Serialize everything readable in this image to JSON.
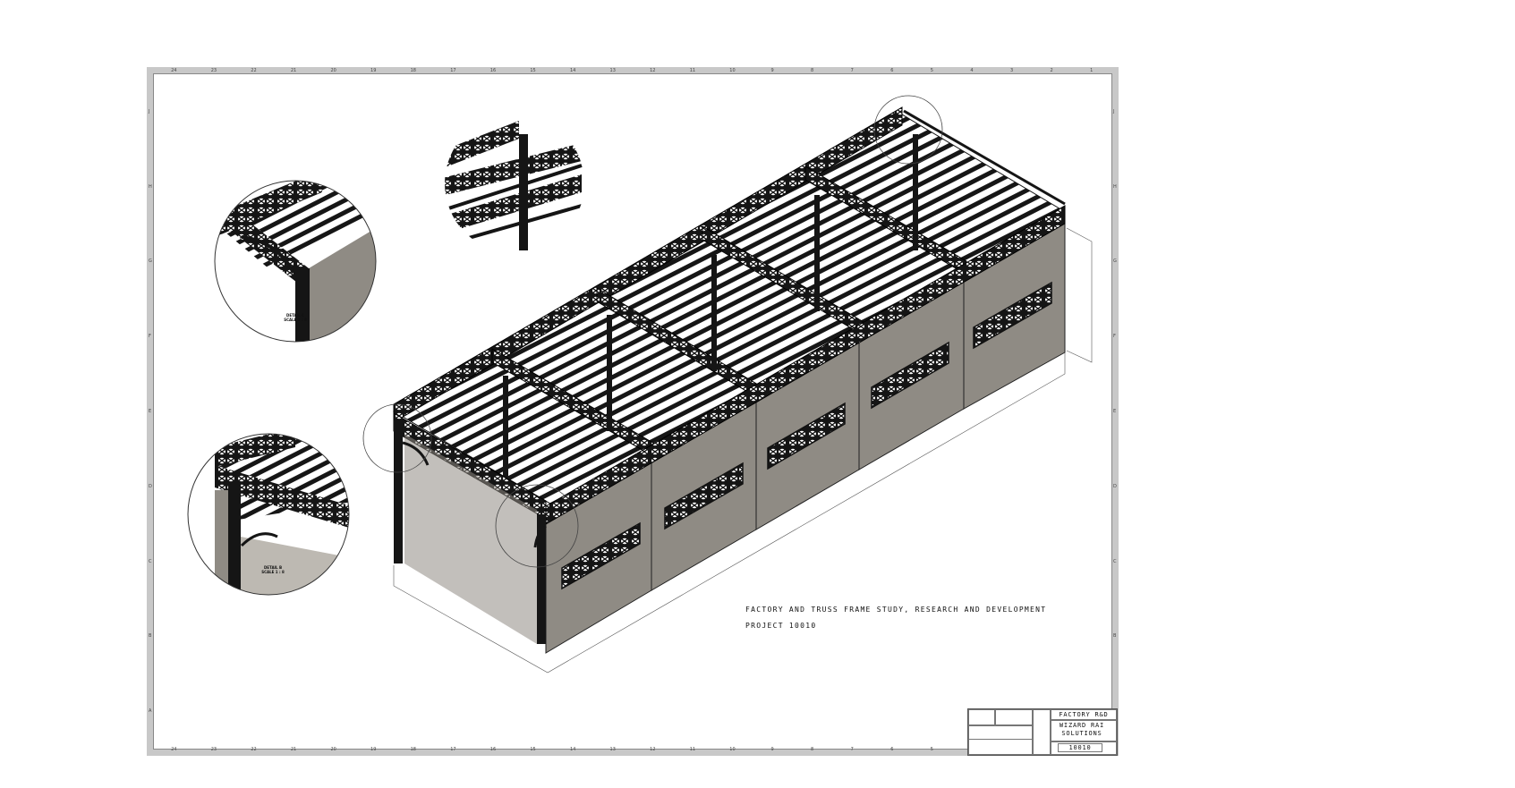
{
  "drawing": {
    "note_line1": "FACTORY AND TRUSS FRAME STUDY, RESEARCH AND DEVELOPMENT",
    "note_line2": "PROJECT 10010"
  },
  "zones": {
    "columns": [
      "24",
      "23",
      "22",
      "21",
      "20",
      "19",
      "18",
      "17",
      "16",
      "15",
      "14",
      "13",
      "12",
      "11",
      "10",
      "9",
      "8",
      "7",
      "6",
      "5",
      "4",
      "3",
      "2",
      "1"
    ],
    "rows": [
      "J",
      "H",
      "G",
      "F",
      "E",
      "D",
      "C",
      "B",
      "A"
    ]
  },
  "details": {
    "detail_a_label": "DETAIL C",
    "detail_a_scale": "SCALE 1 : 8",
    "detail_b_label": "DETAIL B",
    "detail_b_scale": "SCALE 1 : 8"
  },
  "title_block": {
    "title": "FACTORY R&D",
    "company_line1": "WIZARD RAI",
    "company_line2": "SOLUTIONS",
    "drawing_number": "10010"
  },
  "colors": {
    "frame": "#151515",
    "panel": "#8f8b84",
    "sheet_border": "#c8c8c8"
  }
}
